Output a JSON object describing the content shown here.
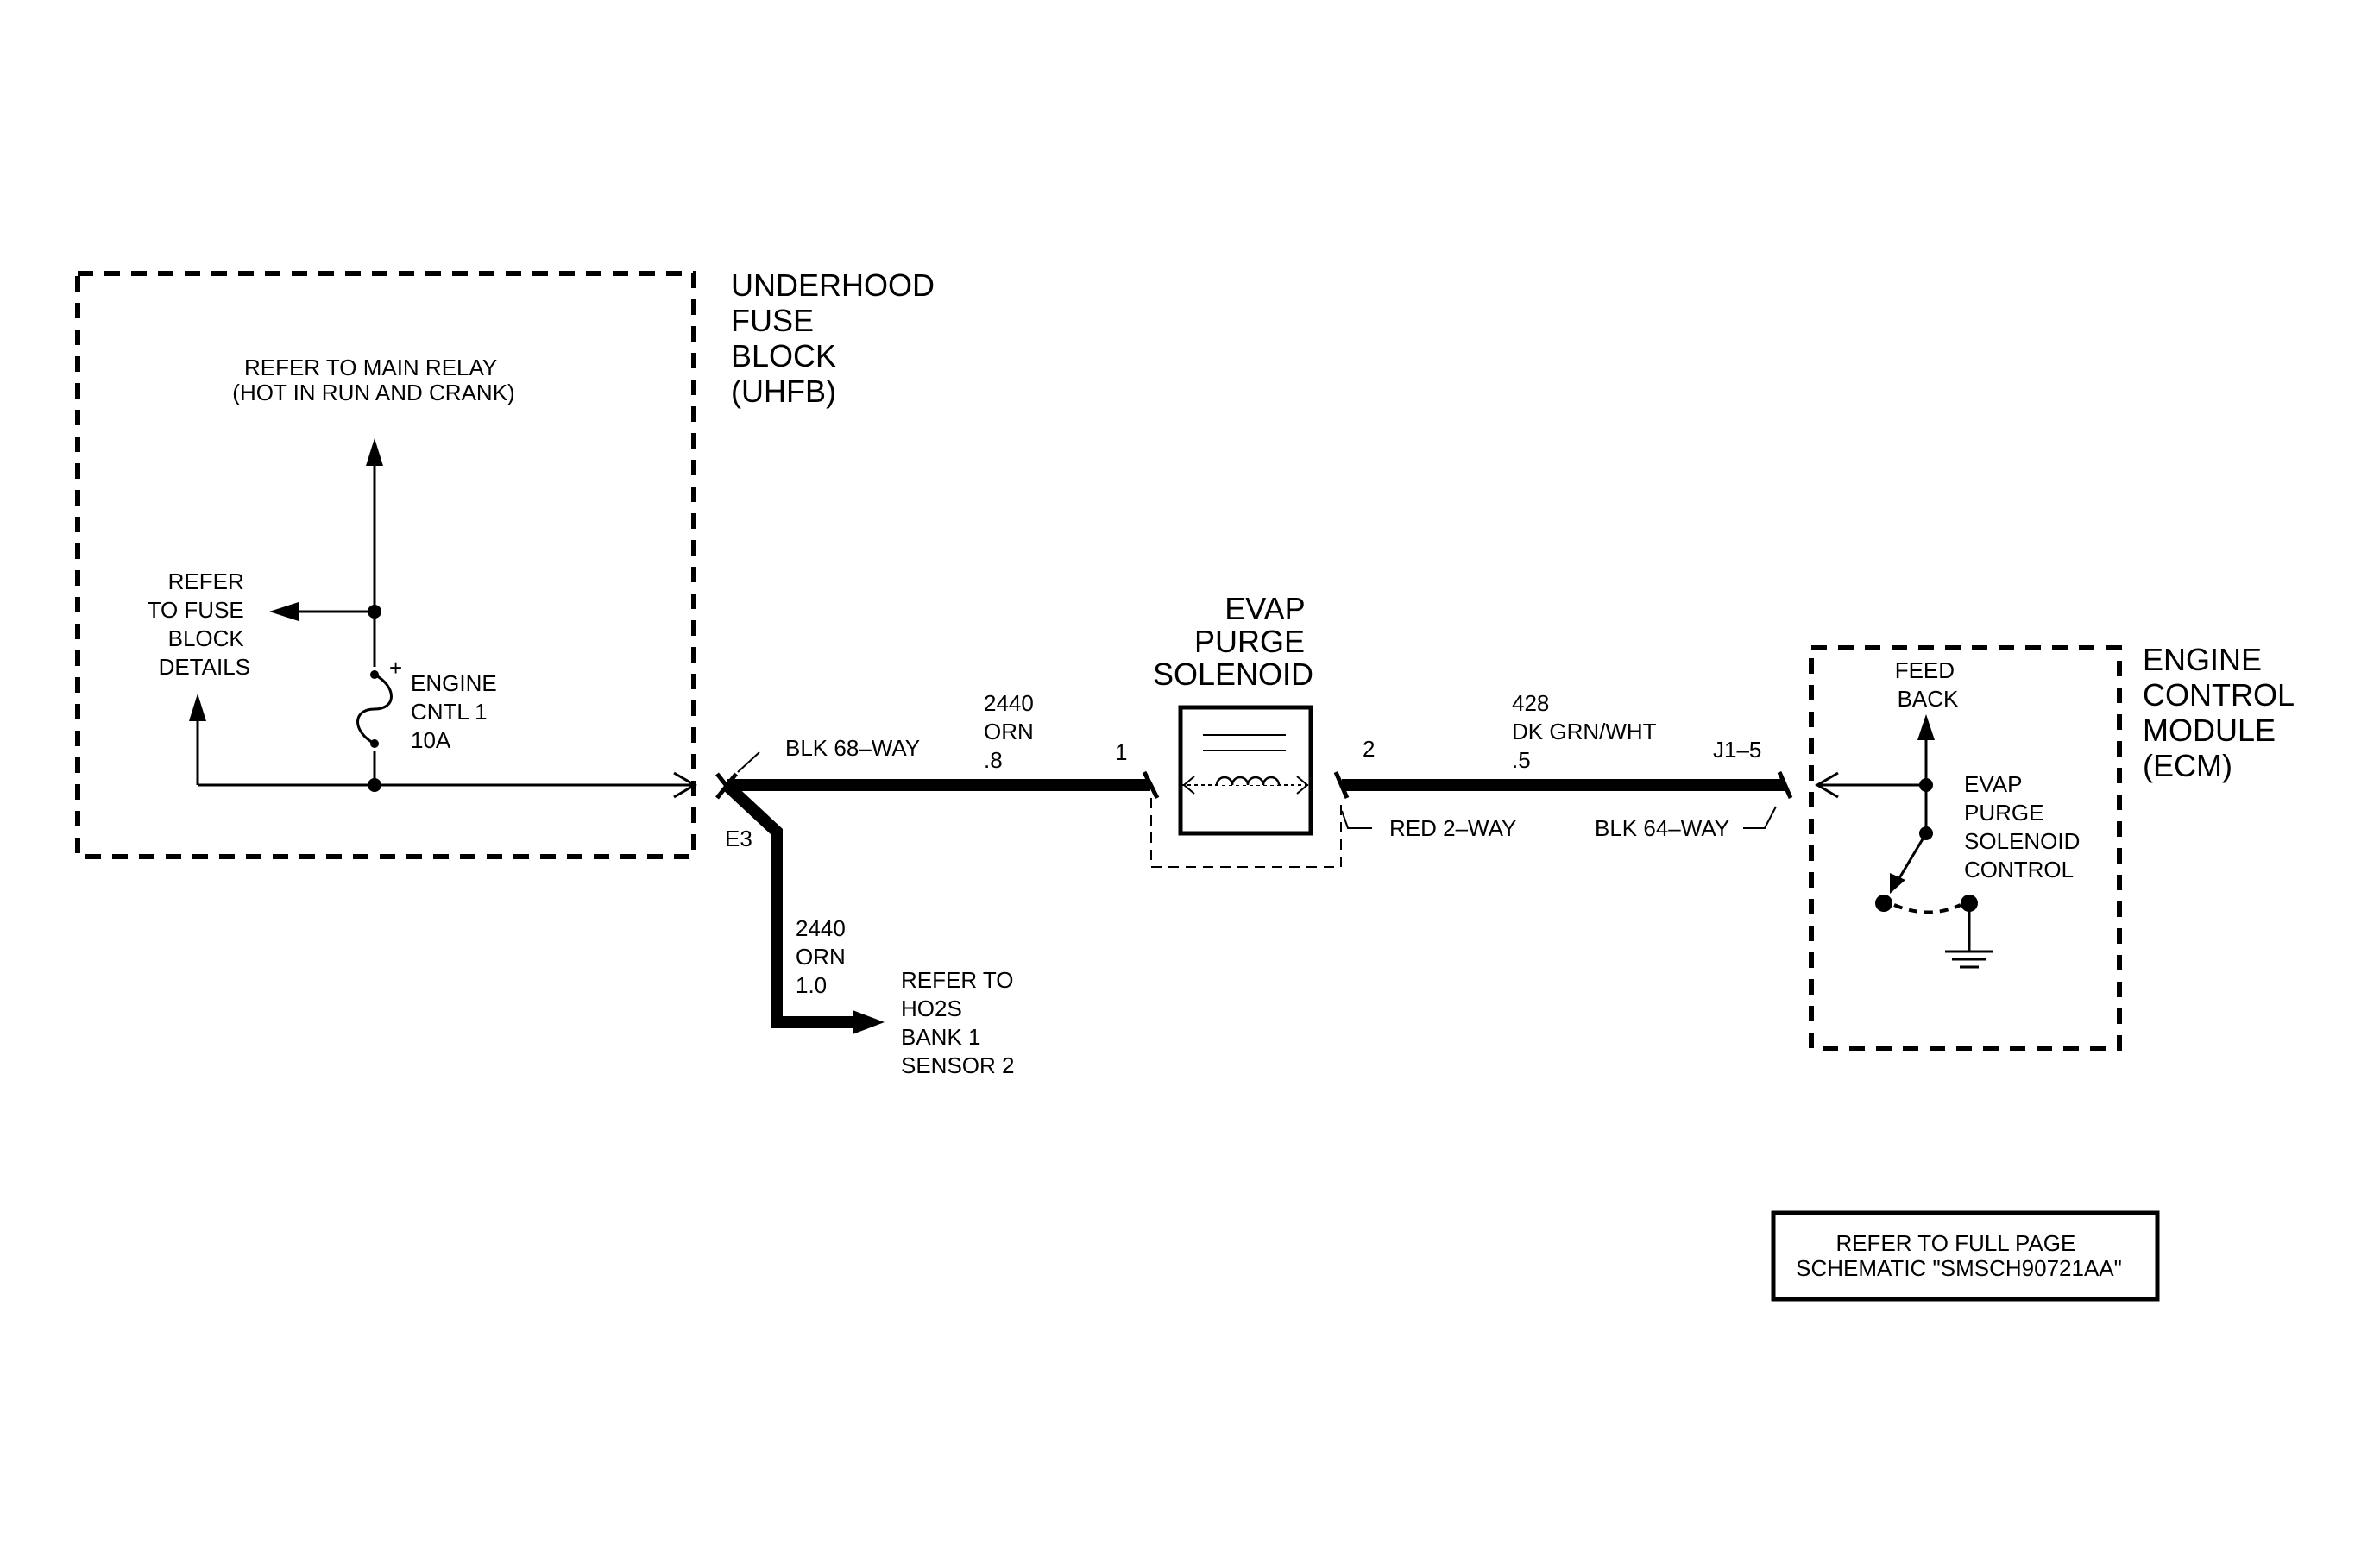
{
  "uhfb": {
    "title": [
      "UNDERHOOD",
      "FUSE",
      "BLOCK",
      "(UHFB)"
    ],
    "main_relay_ref": [
      "REFER TO MAIN RELAY",
      "(HOT IN RUN AND CRANK)"
    ],
    "fuse_block_ref": [
      "REFER",
      "TO FUSE",
      "BLOCK",
      "DETAILS"
    ],
    "fuse_label": [
      "ENGINE",
      "CNTL 1",
      "10A"
    ],
    "fuse_polarity": "+"
  },
  "connector_left": {
    "name": "BLK 68–WAY",
    "splice": "E3",
    "pin": "1"
  },
  "wire_main": [
    "2440",
    "ORN",
    ".8"
  ],
  "wire_branch": [
    "2440",
    "ORN",
    "1.0"
  ],
  "ho2s_ref": [
    "REFER TO",
    "HO2S",
    "BANK 1",
    "SENSOR 2"
  ],
  "solenoid": {
    "title": [
      "EVAP",
      "PURGE",
      "SOLENOID"
    ],
    "connector": "RED 2–WAY",
    "pin": "2"
  },
  "wire_right": [
    "428",
    "DK GRN/WHT",
    ".5"
  ],
  "connector_right": {
    "name": "BLK 64–WAY",
    "pin": "J1–5"
  },
  "ecm": {
    "title": [
      "ENGINE",
      "CONTROL",
      "MODULE",
      "(ECM)"
    ],
    "feedback": [
      "FEED",
      "BACK"
    ],
    "control": [
      "EVAP",
      "PURGE",
      "SOLENOID",
      "CONTROL"
    ]
  },
  "footer_ref": [
    "REFER TO FULL PAGE",
    "SCHEMATIC \"SMSCH90721AA\""
  ]
}
